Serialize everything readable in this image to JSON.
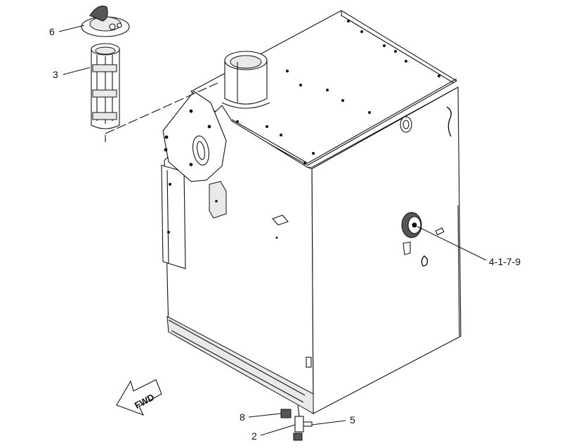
{
  "callouts": [
    {
      "id": "6",
      "label": "6"
    },
    {
      "id": "3",
      "label": "3"
    },
    {
      "id": "4-1-7-9",
      "label": "4-1-7-9"
    },
    {
      "id": "8",
      "label": "8"
    },
    {
      "id": "2",
      "label": "2"
    },
    {
      "id": "5",
      "label": "5"
    }
  ],
  "direction_arrow": {
    "label": "FWD"
  },
  "colors": {
    "line": "#111111",
    "background": "#ffffff",
    "shade": "#e9e9e9"
  }
}
